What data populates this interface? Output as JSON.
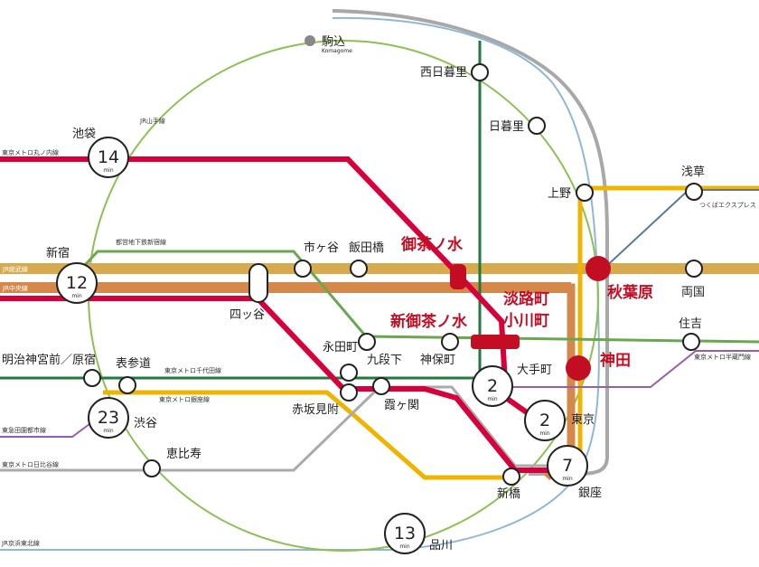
{
  "colors": {
    "yamanote": "#8cc152",
    "marunouchi": "#d7003a",
    "sobu": "#d6aa4d",
    "chuo": "#d6884a",
    "shinjuku": "#6aa84f",
    "hanzomon": "#9a5bab",
    "chiyoda": "#1f7a3f",
    "ginza": "#f0b400",
    "hibiya": "#aaaaaa",
    "keihin": "#8fb8d8",
    "gray_loop": "#a8a8a8",
    "tsukuba": "#5a7a9a",
    "highlight": "#c30d23"
  },
  "lines": {
    "marunouchi": "東京メトロ丸ノ内線",
    "yamanote": "JR山手線",
    "shinjuku": "都営地下鉄新宿線",
    "sobu": "JR総武線",
    "chuo": "JR中央線",
    "chiyoda": "東京メトロ千代田線",
    "ginza": "東京メトロ銀座線",
    "denentoshi": "東急田園都市線",
    "hibiya": "東京メトロ日比谷線",
    "keihin": "JR京浜東北線",
    "hanzomon": "東京メトロ半蔵門線",
    "tsukuba": "つくばエクスプレス"
  },
  "stations": {
    "komagome": "駒込",
    "komagome_en": "Komagome",
    "nishinippori": "西日暮里",
    "nippori": "日暮里",
    "ikebukuro": "池袋",
    "ueno": "上野",
    "asakusa": "浅草",
    "shinjuku": "新宿",
    "ichigaya": "市ヶ谷",
    "iidabashi": "飯田橋",
    "yotsuya": "四ッ谷",
    "ryogoku": "両国",
    "sumiyoshi": "住吉",
    "nagatacho": "永田町",
    "kudanshita": "九段下",
    "jimbocho": "神保町",
    "otemachi": "大手町",
    "meiji": "明治神宮前／原宿",
    "omotesando": "表参道",
    "akasakamitsuke": "赤坂見附",
    "kasumigaseki": "霞ヶ関",
    "shibuya": "渋谷",
    "tokyo": "東京",
    "ebisu": "恵比寿",
    "shinbashi": "新橋",
    "ginza": "銀座",
    "shinagawa": "品川"
  },
  "highlights": {
    "ochanomizu": "御茶ノ水",
    "shin_ochanomizu": "新御茶ノ水",
    "awajicho_1": "淡路町",
    "awajicho_2": "小川町",
    "akihabara": "秋葉原",
    "kanda": "神田"
  },
  "times": {
    "ikebukuro": "14",
    "shinjuku": "12",
    "otemachi": "2",
    "tokyo": "2",
    "shibuya": "23",
    "ginza": "7",
    "shinagawa": "13",
    "unit": "min"
  }
}
